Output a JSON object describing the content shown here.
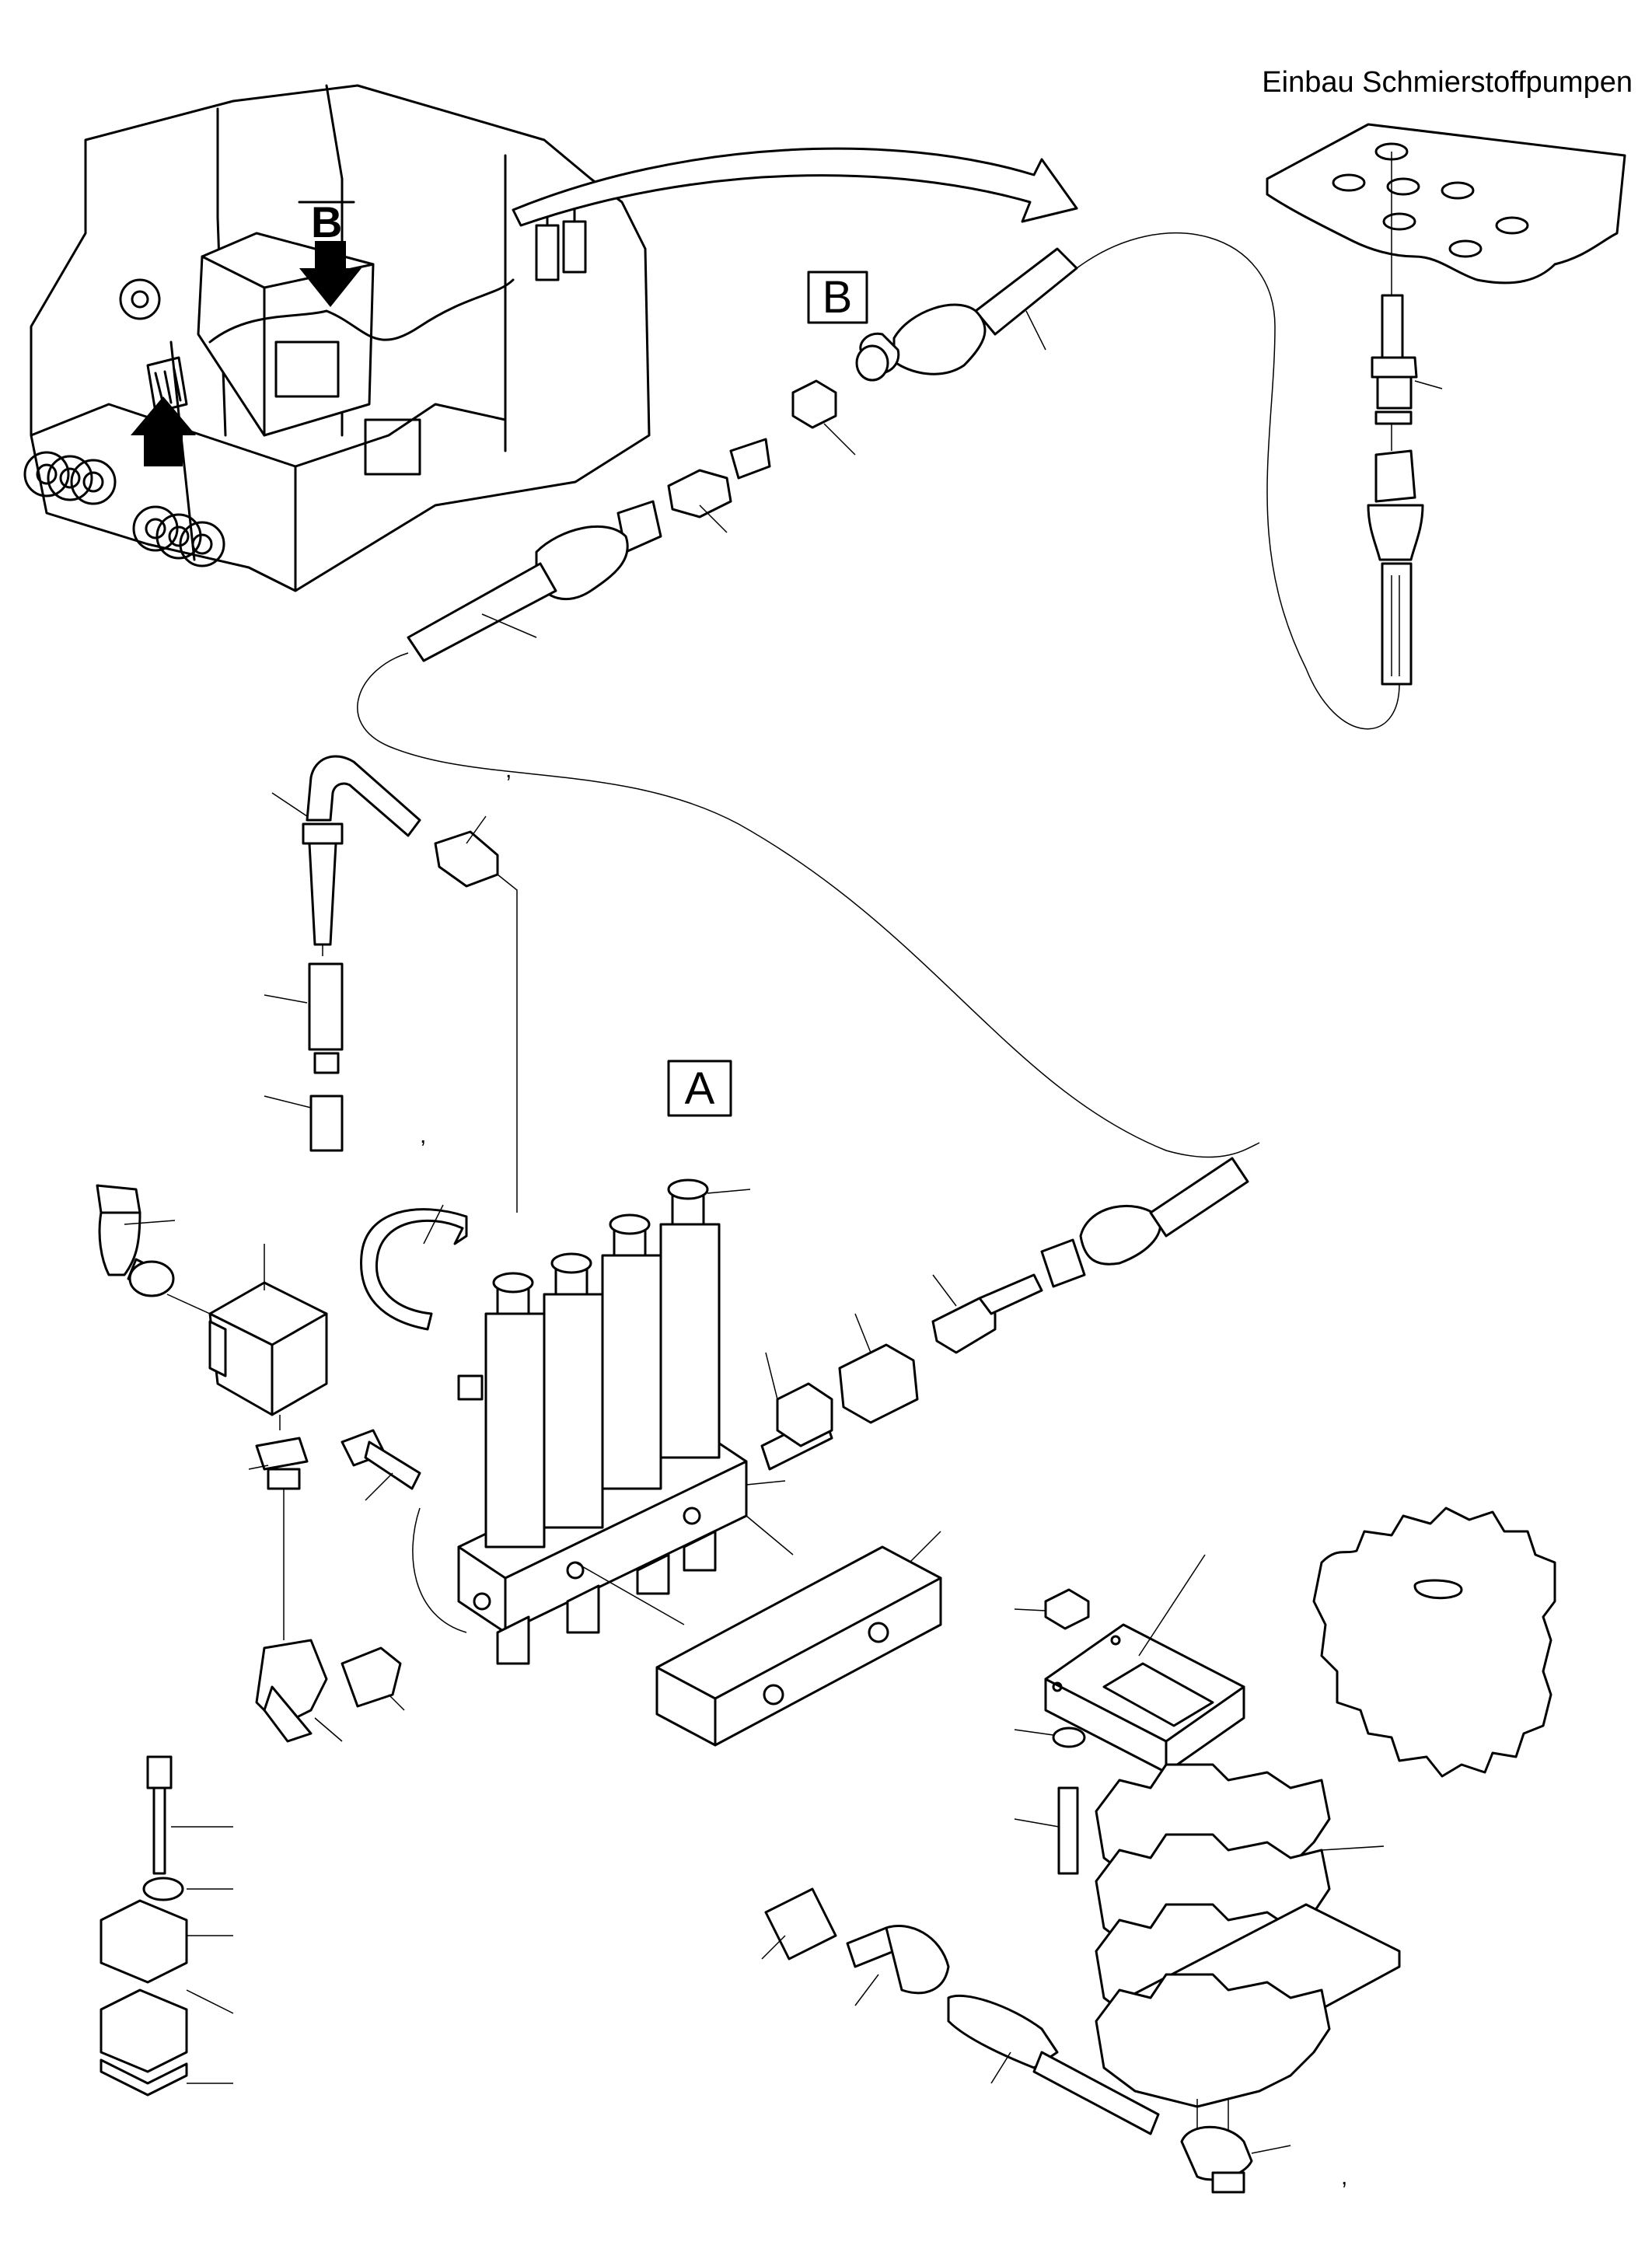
{
  "diagram": {
    "title": "Einbau Schmierstoffpumpen",
    "detail_labels": {
      "b": "B",
      "a": "A"
    },
    "machine_callout_letter": "B",
    "marks": [
      ",",
      ",",
      ","
    ]
  }
}
